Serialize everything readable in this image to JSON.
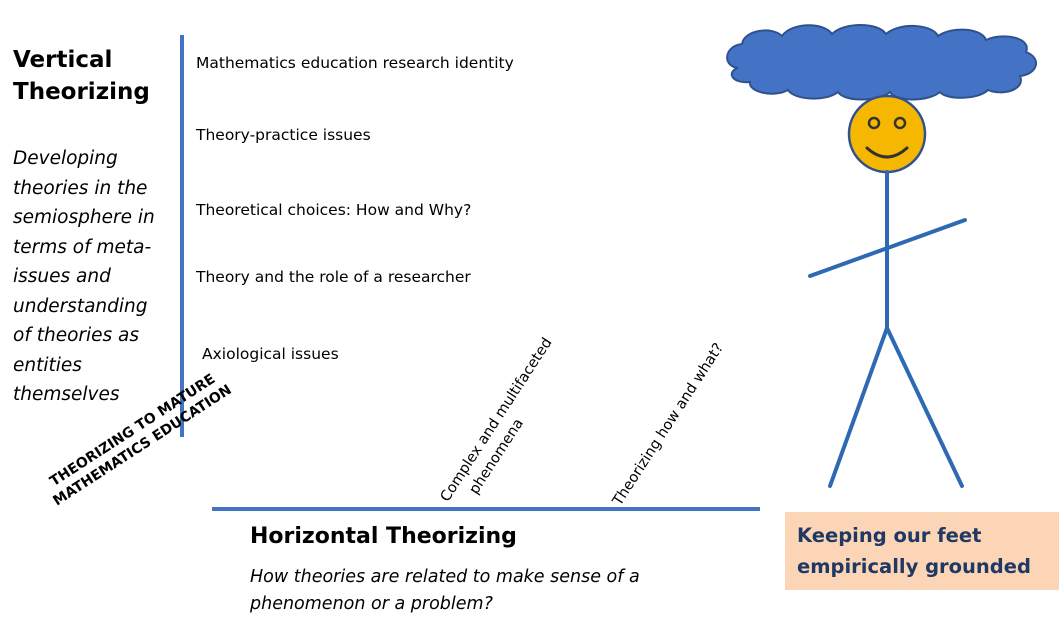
{
  "vertical": {
    "title_line1": "Vertical",
    "title_line2": "Theorizing",
    "description_lines": [
      "Developing",
      "theories in the",
      "semiosphere in",
      "terms of meta-",
      "issues and",
      "understanding",
      "of theories as",
      "entities",
      "themselves"
    ],
    "items": [
      "Mathematics education research identity",
      "Theory-practice issues",
      "Theoretical choices: How and Why?",
      "Theory and the role of a researcher",
      "Axiological issues"
    ]
  },
  "mature_label": {
    "line1": "THEORIZING TO MATURE",
    "line2": "MATHEMATICS EDUCATION"
  },
  "horizontal": {
    "title": "Horizontal Theorizing",
    "description_line1": "How theories are related to make sense of a",
    "description_line2": "phenomenon or a problem?",
    "rotated_labels": {
      "complex_line1": "Complex and multifaceted",
      "complex_line2": "phenomena",
      "how_what": "Theorizing how and what?"
    }
  },
  "keeping": {
    "line1": "Keeping our feet",
    "line2": "empirically grounded"
  },
  "figure": {
    "cloud_color": "#4472c4",
    "face_color": "#f5b700",
    "body_color": "#2e6ab3",
    "box_color": "#fbd5b5"
  }
}
